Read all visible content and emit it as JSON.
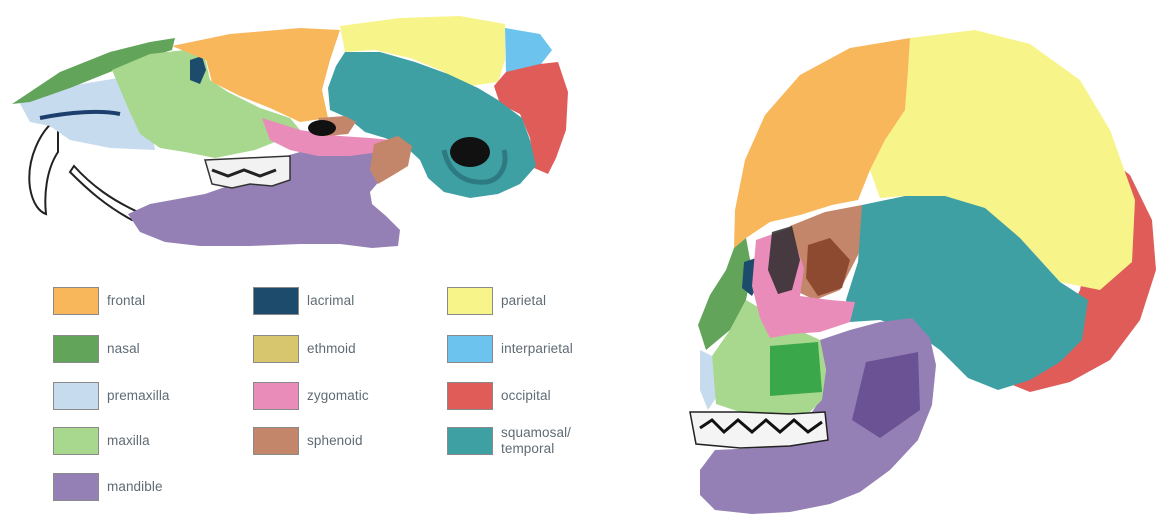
{
  "legend": {
    "items": [
      {
        "id": "frontal",
        "label": "frontal",
        "color": "#f7b75a"
      },
      {
        "id": "nasal",
        "label": "nasal",
        "color": "#62a55a"
      },
      {
        "id": "premaxilla",
        "label": "premaxilla",
        "color": "#c7dbef"
      },
      {
        "id": "maxilla",
        "label": "maxilla",
        "color": "#a8d88d"
      },
      {
        "id": "mandible",
        "label": "mandible",
        "color": "#9480b4"
      },
      {
        "id": "lacrimal",
        "label": "lacrimal",
        "color": "#1d4b6c"
      },
      {
        "id": "ethmoid",
        "label": "ethmoid",
        "color": "#d7c66e"
      },
      {
        "id": "zygomatic",
        "label": "zygomatic",
        "color": "#ea8cba"
      },
      {
        "id": "sphenoid",
        "label": "sphenoid",
        "color": "#c4866a"
      },
      {
        "id": "parietal",
        "label": "parietal",
        "color": "#f7f48a"
      },
      {
        "id": "interparietal",
        "label": "interparietal",
        "color": "#6cc4ee"
      },
      {
        "id": "occipital",
        "label": "occipital",
        "color": "#df5c58"
      },
      {
        "id": "squamosal",
        "label": "squamosal/\ntemporal",
        "color": "#3fa0a4"
      }
    ]
  }
}
